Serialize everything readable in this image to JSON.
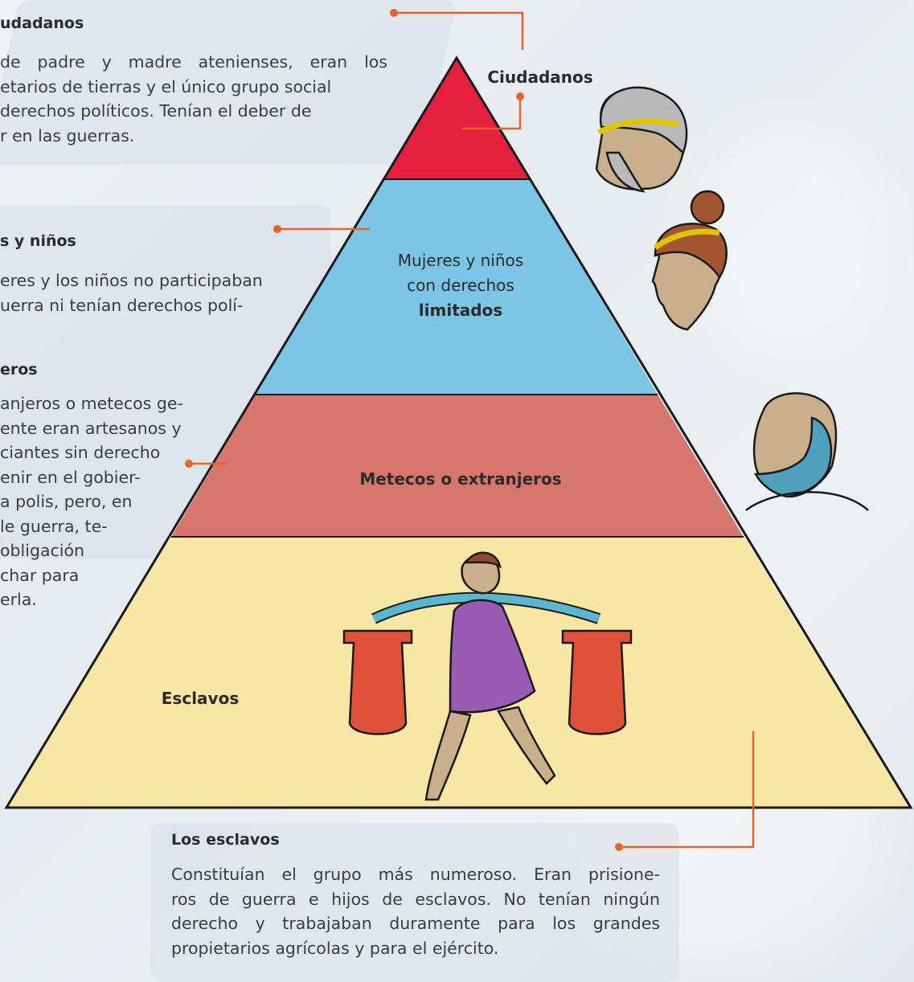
{
  "pyramid": {
    "levels": [
      {
        "id": "ciudadanos",
        "label": "Ciudadanos",
        "color": "#e5213f"
      },
      {
        "id": "mujeres",
        "label_line1": "Mujeres y niños",
        "label_line2": "con derechos",
        "label_line3": "limitados",
        "color": "#7dc5e6"
      },
      {
        "id": "metecos",
        "label": "Metecos o extranjeros",
        "color": "#d7766c"
      },
      {
        "id": "esclavos",
        "label": "Esclavos",
        "color": "#f7e6a4"
      }
    ]
  },
  "panels": {
    "ciudadanos": {
      "heading": "udadanos",
      "lines": [
        "de padre y madre atenienses, eran los",
        "etarios de tierras y el único grupo social",
        "derechos políticos. Tenían el deber de",
        "r en las guerras."
      ]
    },
    "mujeres": {
      "heading": "s y niños",
      "lines": [
        "eres y los niños no participaban",
        "uerra ni tenían derechos polí-"
      ]
    },
    "extranjeros": {
      "heading": "eros",
      "lines": [
        "anjeros o metecos ge-",
        "ente eran artesanos y",
        "ciantes sin derecho",
        "enir en el gobier-",
        "a polis, pero, en",
        "le guerra, te-",
        " obligación",
        "char para",
        "erla."
      ]
    },
    "esclavos": {
      "heading": "Los esclavos",
      "lines": [
        "Constituían el grupo más numeroso. Eran prisione-",
        "ros de guerra e hijos de esclavos. No tenían ningún",
        "derecho y trabajaban duramente para los grandes",
        "propietarios agrícolas y para el ejército."
      ]
    }
  },
  "colors": {
    "connector": "#e8622c",
    "outline": "#1a1a1a",
    "panel_bg": "#d6dee8"
  },
  "illustrations": [
    "citizen-head-illustration",
    "woman-head-illustration",
    "foreigner-head-illustration",
    "slave-carrying-buckets-illustration"
  ]
}
